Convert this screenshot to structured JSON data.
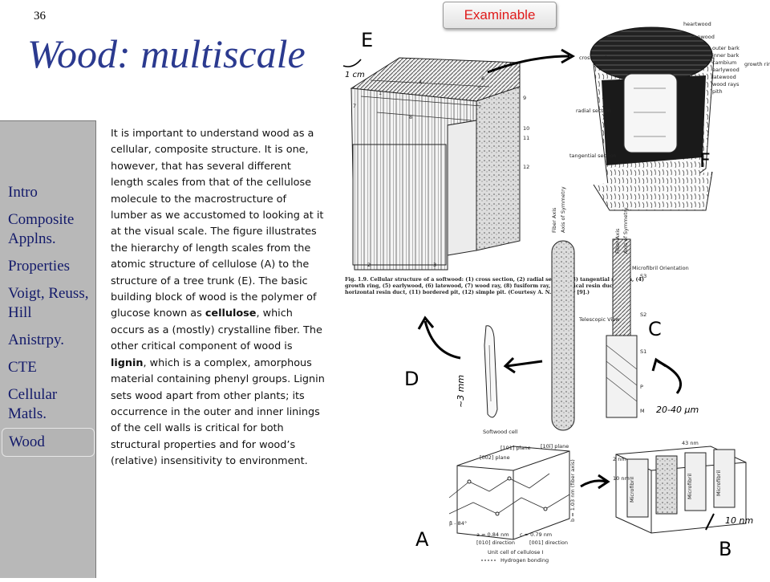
{
  "slide_number": "36",
  "title": "Wood: multiscale",
  "badge_label": "Examinable",
  "sidebar": {
    "items": [
      {
        "label": "Intro"
      },
      {
        "label": "Composite Applns."
      },
      {
        "label": "Properties"
      },
      {
        "label": "Voigt, Reuss, Hill"
      },
      {
        "label": "Anistrpy."
      },
      {
        "label": "CTE"
      },
      {
        "label": "Cellular Matls."
      },
      {
        "label": "Wood",
        "active": true
      }
    ]
  },
  "body": {
    "p1": "It is important to understand wood as a cellular, composite structure. It is one, however, that has several different length scales from that of the cellulose molecule to the macrostructure of lumber as we accustomed to looking at it at the visual scale.  The figure  illustrates the hierarchy of length scales from the atomic structure of cellulose (A) to the structure of a tree trunk (E).  The basic building block of wood is the polymer of glucose known as ",
    "b1": "cellulose",
    "p2": ", which occurs as a (mostly) crystalline fiber.  The other critical component of wood is ",
    "b2": "lignin",
    "p3": ", which is a complex, amorphous material containing phenyl groups.  Lignin sets wood apart from other plants; its occurrence in the outer and inner linings of the cell walls is critical for both structural properties and for wood’s (relative) insensitivity to environment."
  },
  "figure": {
    "letters": {
      "A": "A",
      "B": "B",
      "C": "C",
      "D": "D",
      "E": "E",
      "F": "F"
    },
    "handwritten": {
      "one_cm": "1 cm",
      "three_mm": "~3 mm",
      "twenty_forty": "20-40 μm",
      "ten_nm": "10 nm"
    },
    "trunk_labels": {
      "heartwood": "heartwood",
      "sapwood": "sapwood",
      "outer_bark": "outer bark",
      "inner_bark": "inner bark",
      "cambium": "cambium",
      "earlywood": "earlywood",
      "latewood": "latewood",
      "wood_rays": "wood rays",
      "pith": "pith",
      "growth_ring": "growth ring",
      "cross_section": "cross section",
      "radial_section": "radial section",
      "tangential_section": "tangential section"
    },
    "fiber_labels": {
      "fiber_axis": "Fiber Axis",
      "axis_sym": "Axis of Symmetry",
      "telescopic": "Telescopic View",
      "microfibril": "Microfibril Orientation",
      "s1": "S1",
      "s2": "S2",
      "s3": "S3",
      "p": "P",
      "m": "M",
      "softwood_cell": "Softwood cell"
    },
    "caption": "Fig. 1.9.  Cellular structure of a softwood: (1) cross section, (2) radial section, (3) tangential section, (4) growth ring, (5) earlywood, (6) latewood, (7) wood ray, (8) fusiform ray, (9) vertical resin duct, (10) horizontal resin duct, (11) bordered pit, (12) simple pit. (Courtesy A. N. Foulger [9].)",
    "block_numbers": [
      "1",
      "2",
      "3",
      "4",
      "5",
      "6",
      "7",
      "8",
      "9",
      "10",
      "11",
      "12"
    ],
    "cellulose_labels": {
      "c002": "[002] plane",
      "c101": "[101] plane",
      "c10b": "[10ī] plane",
      "a_dim": "a = 0.84 nm",
      "c_dim": "c = 0.79 nm",
      "b_dim": "b = 1.03 nm (fiber axis)",
      "dir010": "[010] direction",
      "dir001": "[001] direction",
      "beta": "β - 84°",
      "unit_cell": "Unit cell of cellulose I",
      "hbond": "Hydrogen bonding"
    },
    "microfibril_labels": {
      "mf": "Microfibril",
      "n43": "43 nm",
      "n2": "2 nm",
      "n10": "10 nm"
    }
  }
}
